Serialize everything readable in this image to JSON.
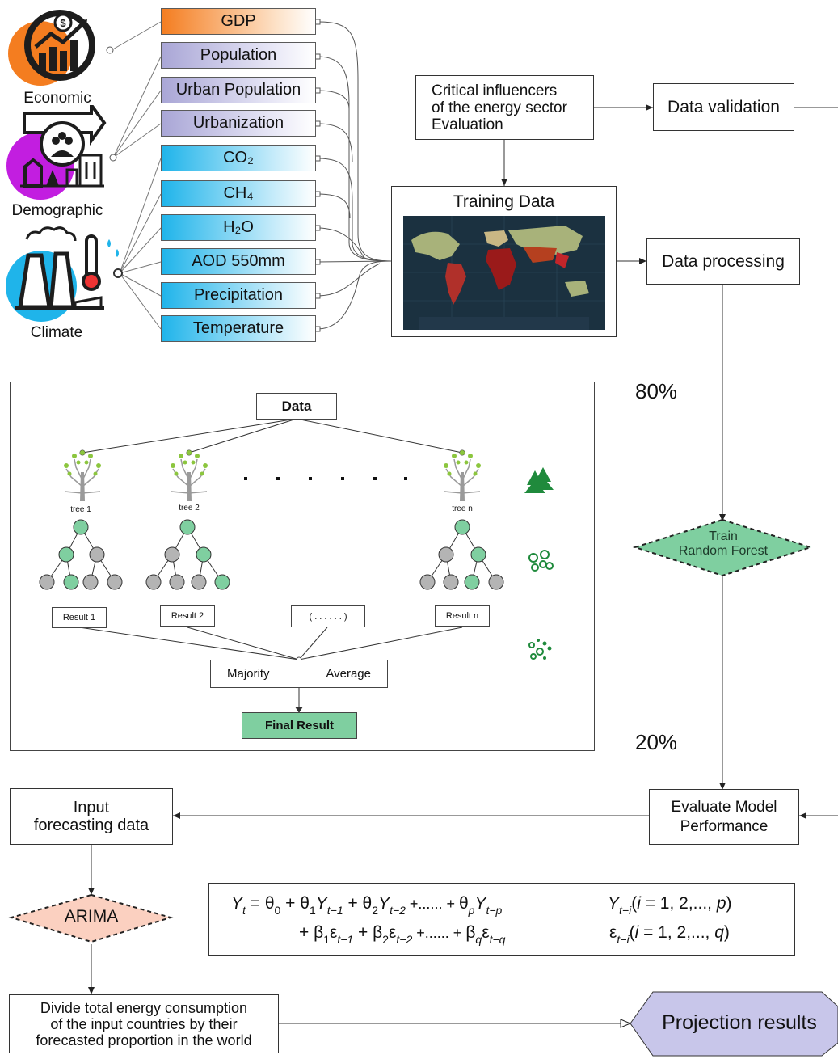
{
  "categories": {
    "economic": "Economic",
    "demographic": "Demographic",
    "climate": "Climate"
  },
  "variables": {
    "gdp": "GDP",
    "population": "Population",
    "urban_population": "Urban Population",
    "urbanization": "Urbanization",
    "co2": "CO₂",
    "ch4": "CH₄",
    "h2o": "H₂O",
    "aod": "AOD 550mm",
    "precipitation": "Precipitation",
    "temperature": "Temperature"
  },
  "flow": {
    "critical_line1": "Critical influencers",
    "critical_line2": "of the energy sector",
    "critical_line3": "Evaluation",
    "data_validation": "Data validation",
    "training_data": "Training Data",
    "data_processing": "Data processing",
    "pct_train": "80%",
    "pct_test": "20%",
    "train_rf_line1": "Train",
    "train_rf_line2": "Random Forest",
    "evaluate_line1": "Evaluate Model",
    "evaluate_line2": "Performance",
    "input_line1": "Input",
    "input_line2": "forecasting data",
    "arima": "ARIMA",
    "divide_line1": "Divide total energy consumption",
    "divide_line2": "of the input countries by their",
    "divide_line3": "forecasted proportion in the world",
    "projection": "Projection results"
  },
  "random_forest": {
    "data": "Data",
    "tree1": "tree 1",
    "tree2": "tree 2",
    "treen": "tree n",
    "result1": "Result 1",
    "result2": "Result 2",
    "result_dots": "( . . . . . . )",
    "resultn": "Result n",
    "majority": "Majority",
    "average": "Average",
    "final": "Final Result"
  },
  "colors": {
    "economic": "#f47d20",
    "demographic": "#a9a6d6",
    "climate": "#1fb4ea",
    "rf_green": "#7fcfa0",
    "leaf_gray": "#b4b4b4",
    "arima_fill": "#fbd0c0",
    "projection_fill": "#c8c6ea"
  }
}
